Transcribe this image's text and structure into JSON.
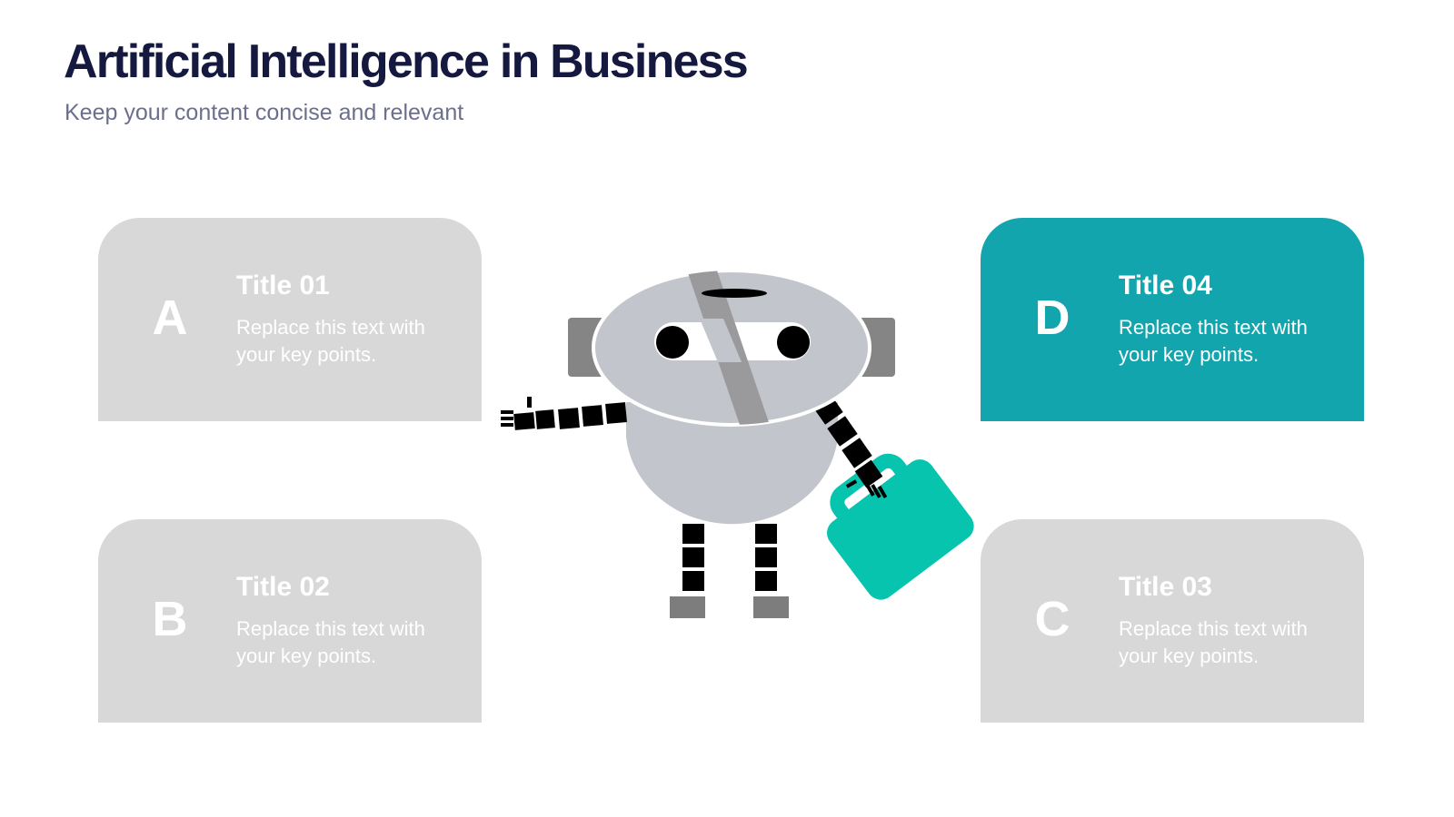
{
  "header": {
    "title": "Artificial Intelligence in Business",
    "subtitle": "Keep your content concise and relevant"
  },
  "cards": [
    {
      "letter": "A",
      "title": "Title 01",
      "text": "Replace this text with your key points.",
      "highlighted": false
    },
    {
      "letter": "B",
      "title": "Title 02",
      "text": "Replace this text with your key points.",
      "highlighted": false
    },
    {
      "letter": "C",
      "title": "Title 03",
      "text": "Replace this text with your key points.",
      "highlighted": false
    },
    {
      "letter": "D",
      "title": "Title 04",
      "text": "Replace this text with your key points.",
      "highlighted": true
    }
  ],
  "colors": {
    "title": "#15183f",
    "subtitle": "#6b6f8c",
    "card_inactive": "#d8d8d8",
    "card_active": "#12a5ad",
    "briefcase": "#07c4ae",
    "robot_body": "#c3c5cc",
    "robot_dark": "#858585"
  },
  "illustration": {
    "icon": "robot-with-briefcase-icon"
  }
}
